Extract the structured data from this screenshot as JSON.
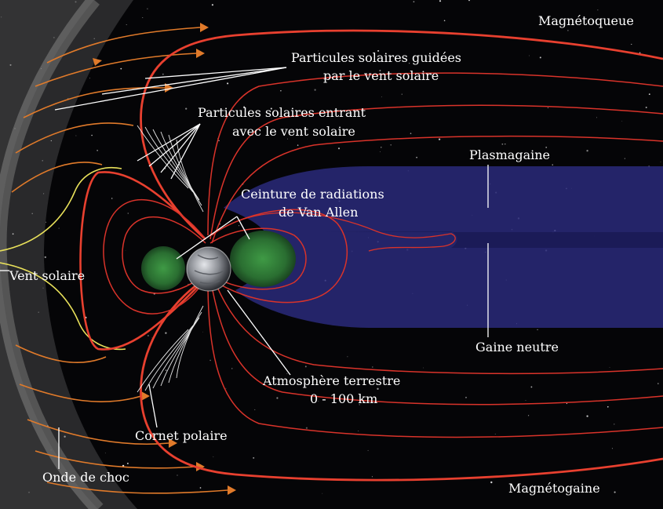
{
  "labels": {
    "magnetotail": "Magnétoqueue",
    "solar_guided_1": "Particules solaires guidées",
    "solar_guided_2": "par le vent solaire",
    "solar_entering_1": "Particules solaires entrant",
    "solar_entering_2": "avec le vent solaire",
    "plasmasheet": "Plasmagaine",
    "van_allen_1": "Ceinture de radiations",
    "van_allen_2": "de Van Allen",
    "solar_wind": "Vent solaire",
    "neutral_sheet": "Gaine neutre",
    "atmosphere_1": "Atmosphère terrestre",
    "atmosphere_2": "0 - 100 km",
    "polar_cusp": "Cornet polaire",
    "bow_shock": "Onde de choc",
    "magnetosheath": "Magnétogaine"
  },
  "colors": {
    "background": "#050507",
    "field_line": "#d9332a",
    "magnetopause": "#e8402f",
    "solar_wind_line": "#e07a2a",
    "yellow_line": "#e8e05a",
    "plasma_sheet": "#2a2a7a",
    "radiation_belt": "#2f7a35",
    "label": "#ffffff"
  },
  "icons": [
    "earth-icon"
  ]
}
